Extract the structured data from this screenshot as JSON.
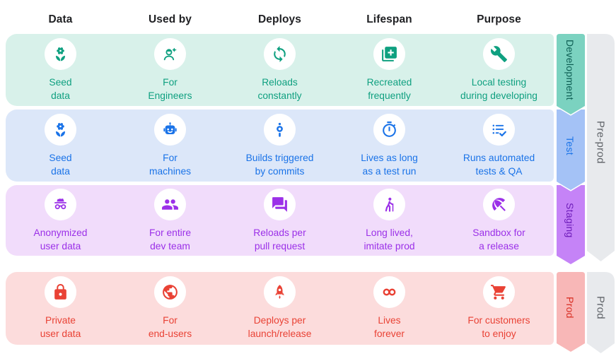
{
  "header": {
    "columns": [
      "Data",
      "Used by",
      "Deploys",
      "Lifespan",
      "Purpose"
    ]
  },
  "rows": [
    {
      "id": "development",
      "ribbon_label": "Development",
      "accent": "#0fa080",
      "background": "#d8f1ea",
      "ribbon_color": "#7bd2c0",
      "ribbon_text_color": "#0d5e53",
      "cells": [
        {
          "icon": "seedling-icon",
          "label": "Seed\ndata"
        },
        {
          "icon": "engineer-icon",
          "label": "For\nEngineers"
        },
        {
          "icon": "sync-icon",
          "label": "Reloads\nconstantly"
        },
        {
          "icon": "library-add-icon",
          "label": "Recreated\nfrequently"
        },
        {
          "icon": "wrench-icon",
          "label": "Local testing\nduring developing"
        }
      ]
    },
    {
      "id": "test",
      "ribbon_label": "Test",
      "accent": "#1a73e8",
      "background": "#dce7f9",
      "ribbon_color": "#a4c2f6",
      "ribbon_text_color": "#1a73e8",
      "cells": [
        {
          "icon": "seedling-icon",
          "label": "Seed\ndata"
        },
        {
          "icon": "robot-icon",
          "label": "For\nmachines"
        },
        {
          "icon": "commit-icon",
          "label": "Builds triggered\nby commits"
        },
        {
          "icon": "timer-icon",
          "label": "Lives as long\nas a test run"
        },
        {
          "icon": "checklist-icon",
          "label": "Runs automated\ntests & QA"
        }
      ]
    },
    {
      "id": "staging",
      "ribbon_label": "Staging",
      "accent": "#9b30e8",
      "background": "#f1dcfb",
      "ribbon_color": "#c583f7",
      "ribbon_text_color": "#6d1cba",
      "cells": [
        {
          "icon": "incognito-icon",
          "label": "Anonymized\nuser data"
        },
        {
          "icon": "group-icon",
          "label": "For entire\ndev team"
        },
        {
          "icon": "chat-icon",
          "label": "Reloads per\npull request"
        },
        {
          "icon": "elderly-icon",
          "label": "Long lived,\nimitate prod"
        },
        {
          "icon": "umbrella-icon",
          "label": "Sandbox for\na release"
        }
      ]
    },
    {
      "id": "prod",
      "ribbon_label": "Prod",
      "accent": "#e94235",
      "background": "#fcdcdc",
      "ribbon_color": "#f8b7b7",
      "ribbon_text_color": "#d93025",
      "cells": [
        {
          "icon": "lock-icon",
          "label": "Private\nuser data"
        },
        {
          "icon": "globe-icon",
          "label": "For\nend-users"
        },
        {
          "icon": "rocket-icon",
          "label": "Deploys per\nlaunch/release"
        },
        {
          "icon": "infinity-icon",
          "label": "Lives\nforever"
        },
        {
          "icon": "cart-icon",
          "label": "For customers\nto enjoy"
        }
      ]
    }
  ],
  "group_ribbons": [
    {
      "label": "Pre-prod",
      "color": "#e8eaed",
      "text_color": "#5f6368"
    },
    {
      "label": "Prod",
      "color": "#e8eaed",
      "text_color": "#5f6368"
    }
  ]
}
